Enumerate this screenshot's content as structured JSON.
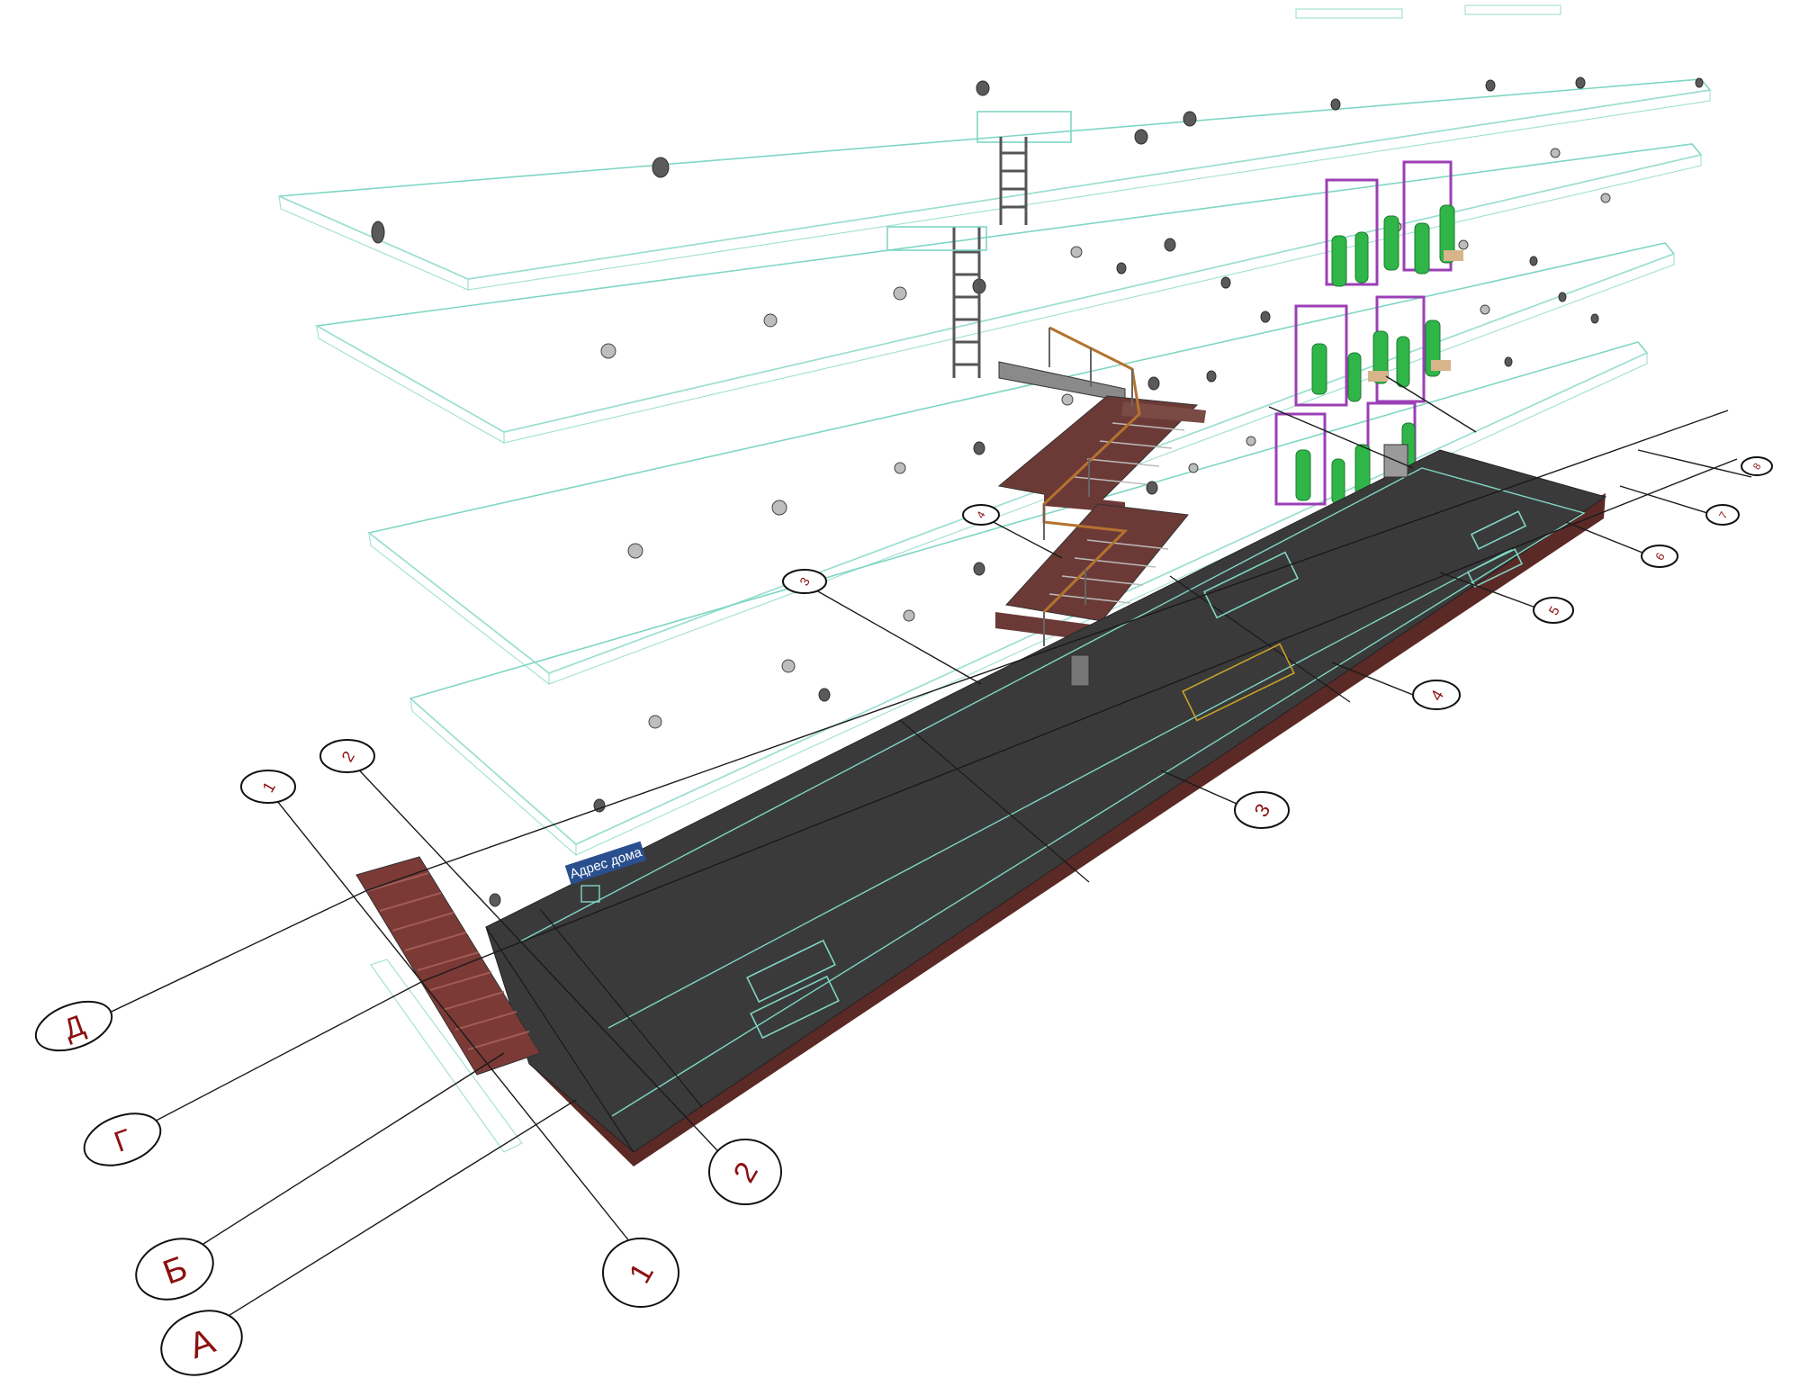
{
  "address_sign": {
    "text": "Адрес дома",
    "color": "#2a4f8f"
  },
  "axes_letters": [
    {
      "id": "d",
      "label": "Д"
    },
    {
      "id": "g",
      "label": "Г"
    },
    {
      "id": "b",
      "label": "Б"
    },
    {
      "id": "a",
      "label": "А"
    }
  ],
  "axes_numbers_front": [
    {
      "id": "n1",
      "label": "1"
    },
    {
      "id": "n2",
      "label": "2"
    },
    {
      "id": "n3",
      "label": "3"
    },
    {
      "id": "n4",
      "label": "4"
    },
    {
      "id": "n5",
      "label": "5"
    },
    {
      "id": "n6",
      "label": "6"
    },
    {
      "id": "n7",
      "label": "7"
    },
    {
      "id": "n8",
      "label": "8"
    }
  ],
  "axes_numbers_back": [
    {
      "id": "b1",
      "label": "1"
    },
    {
      "id": "b2",
      "label": "2"
    },
    {
      "id": "b3",
      "label": "3"
    },
    {
      "id": "b4",
      "label": "4"
    }
  ],
  "colors": {
    "floor": "#3a3a3a",
    "floor_edge": "#5b2a26",
    "wire": "#7fd6c4",
    "figures": "#2fb548",
    "frames": "#9b3fb5",
    "bubble_text": "#8c1010"
  }
}
